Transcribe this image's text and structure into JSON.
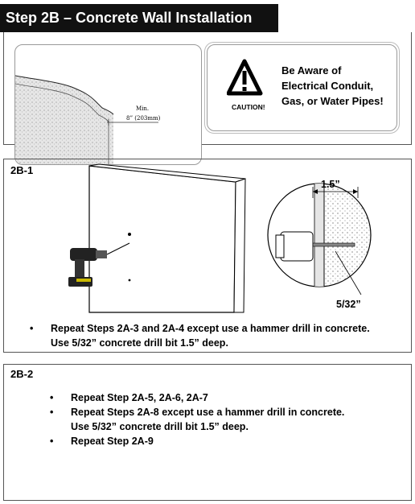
{
  "header": {
    "title": "Step 2B – Concrete Wall Installation"
  },
  "caution": {
    "label": "CAUTION!",
    "lines": [
      "Be Aware of",
      "Electrical Conduit,",
      "Gas, or Water Pipes!"
    ]
  },
  "cutout": {
    "min_label": "Min.",
    "min_value": "8” (203mm)"
  },
  "step_2b1": {
    "label": "2B-1",
    "measure_top": "1.5”",
    "measure_bottom": "5/32”",
    "bullet": "•",
    "lines": [
      "Repeat Steps 2A-3 and 2A-4 except use a hammer drill in concrete.",
      "Use 5/32” concrete drill bit 1.5” deep."
    ]
  },
  "step_2b2": {
    "label": "2B-2",
    "bullet": "•",
    "items": [
      {
        "lines": [
          "Repeat Step 2A-5, 2A-6, 2A-7"
        ]
      },
      {
        "lines": [
          "Repeat Steps 2A-8 except use a hammer drill in concrete.",
          "Use 5/32” concrete drill bit 1.5” deep."
        ]
      },
      {
        "lines": [
          "Repeat Step 2A-9"
        ]
      }
    ]
  }
}
